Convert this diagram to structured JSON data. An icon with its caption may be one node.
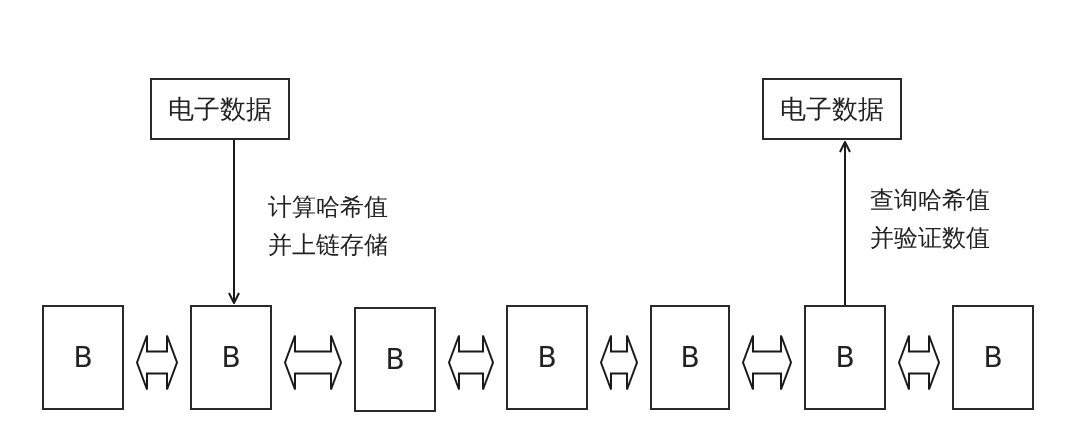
{
  "diagram": {
    "nodes": [
      {
        "text": [
          "电子数据"
        ]
      },
      {
        "text": [
          "电子数据"
        ]
      },
      {
        "text": [
          "B"
        ]
      },
      {
        "text": [
          "B"
        ]
      },
      {
        "text": [
          "B"
        ]
      },
      {
        "text": [
          "B"
        ]
      },
      {
        "text": [
          "B"
        ]
      },
      {
        "text": [
          "B"
        ]
      },
      {
        "text": [
          "B"
        ]
      }
    ],
    "edges": [
      {
        "from": 0,
        "to": 3,
        "arrow": "to",
        "label": "计算哈希值并上链存储"
      },
      {
        "from": 7,
        "to": 1,
        "arrow": "to",
        "label": "查询哈希值并验证数值"
      },
      {
        "from": 2,
        "to": 3,
        "arrow": "both",
        "style": "thick"
      },
      {
        "from": 3,
        "to": 4,
        "arrow": "both",
        "style": "thick"
      },
      {
        "from": 4,
        "to": 5,
        "arrow": "both",
        "style": "thick"
      },
      {
        "from": 5,
        "to": 6,
        "arrow": "both",
        "style": "thick"
      },
      {
        "from": 6,
        "to": 7,
        "arrow": "both",
        "style": "thick"
      },
      {
        "from": 7,
        "to": 8,
        "arrow": "both",
        "style": "thick"
      }
    ]
  }
}
